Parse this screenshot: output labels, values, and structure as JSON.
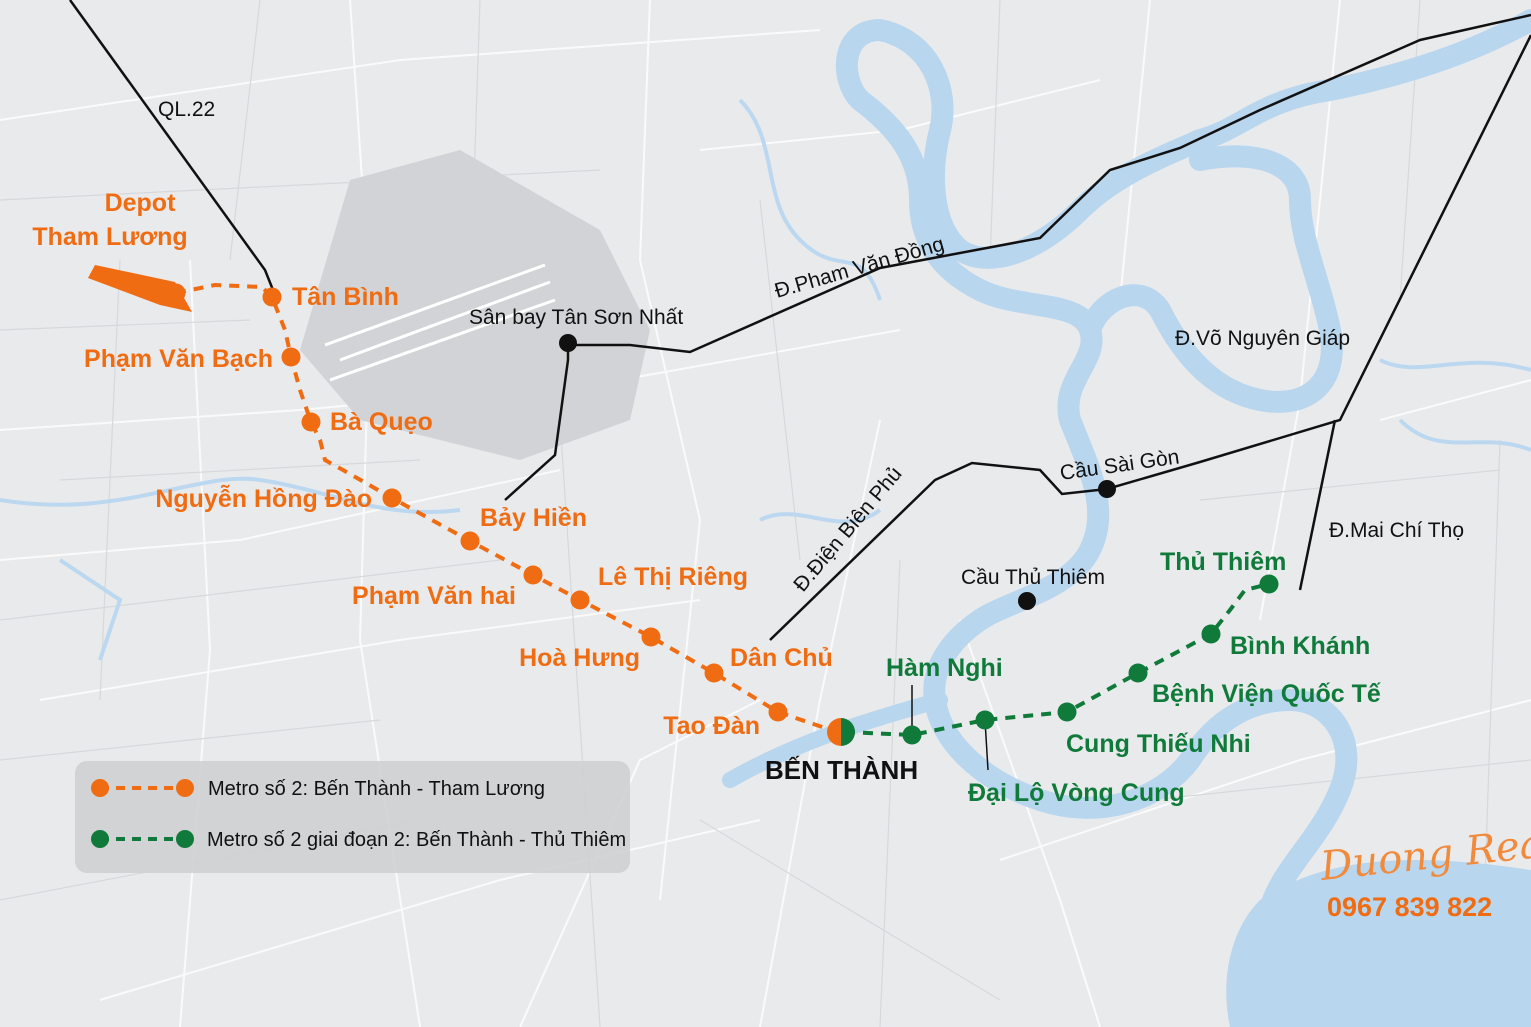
{
  "colors": {
    "orange_line": "#ef6c12",
    "green_line": "#0f7a3a",
    "river": "#b9d6ef",
    "background": "#e9eaec",
    "road": "#111111"
  },
  "depot": {
    "line1": "Depot",
    "line2": "Tham Lương"
  },
  "orange_stations": [
    "Tân Bình",
    "Phạm Văn Bạch",
    "Bà Quẹo",
    "Nguyễn Hồng Đào",
    "Bảy Hiền",
    "Phạm Văn hai",
    "Lê Thị Riêng",
    "Hoà Hưng",
    "Dân Chủ",
    "Tao Đàn"
  ],
  "hub": "BẾN THÀNH",
  "green_stations": [
    "Hàm Nghi",
    "Đại Lộ Vòng Cung",
    "Cung Thiếu Nhi",
    "Bệnh Viện Quốc Tế",
    "Bình Khánh",
    "Thủ Thiêm"
  ],
  "roads": {
    "ql22": "QL.22",
    "pham_van_dong": "Đ.Pham Văn Đồng",
    "vo_nguyen_giap": "Đ.Võ Nguyên Giáp",
    "dien_bien_phu": "Đ.Điện Biên Phủ",
    "mai_chi_tho": "Đ.Mai Chí Thọ"
  },
  "landmarks": {
    "airport": "Sân bay Tân Sơn Nhất",
    "cau_sai_gon": "Cầu Sài Gòn",
    "cau_thu_thiem": "Cầu Thủ Thiêm"
  },
  "legend": {
    "orange_label": "Metro số 2: Bến Thành - Tham Lương",
    "green_label": "Metro số 2 giai đoạn 2: Bến Thành - Thủ Thiêm"
  },
  "watermark": {
    "name": "Duong Reattor",
    "phone": "0967 839 822"
  },
  "icons": {
    "station": "circle-marker-icon",
    "landmark": "black-dot-icon",
    "hub": "split-circle-icon",
    "depot": "depot-shape-icon"
  }
}
